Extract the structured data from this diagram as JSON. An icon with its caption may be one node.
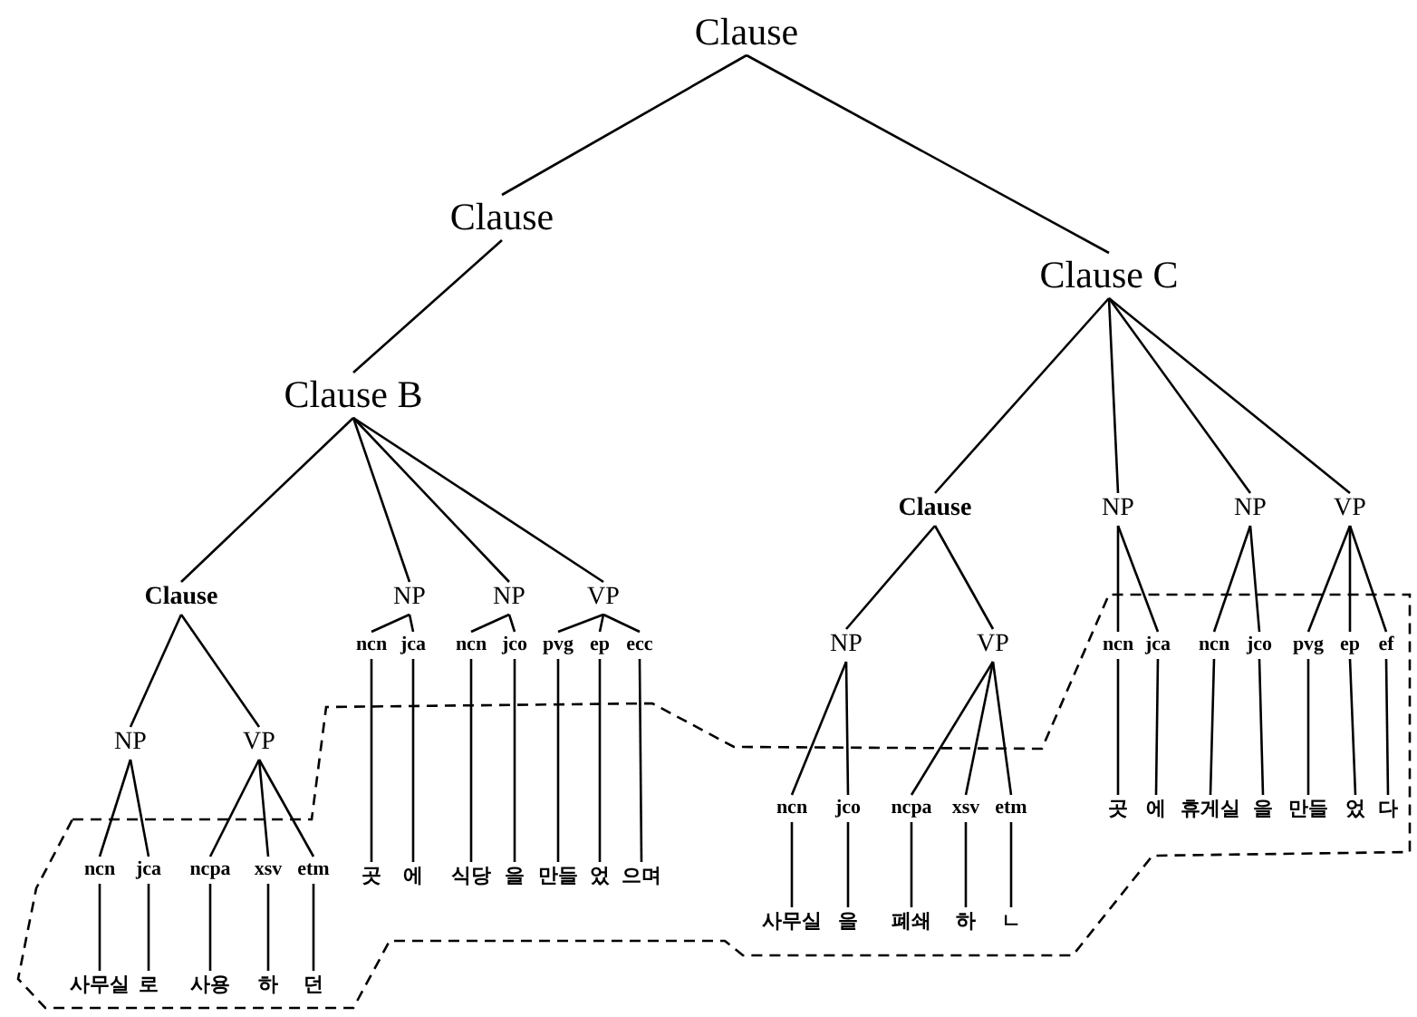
{
  "diagram": {
    "nodes": [
      {
        "text": [
          "Clause"
        ]
      },
      {
        "text": [
          "Clause"
        ]
      },
      {
        "text": [
          "Clause C"
        ]
      },
      {
        "text": [
          "Clause B"
        ]
      },
      {
        "text": [
          "Clause"
        ]
      },
      {
        "text": [
          "NP"
        ]
      },
      {
        "text": [
          "NP"
        ]
      },
      {
        "text": [
          "VP"
        ]
      },
      {
        "text": [
          "NP"
        ]
      },
      {
        "text": [
          "VP"
        ]
      },
      {
        "text": [
          "ncn"
        ]
      },
      {
        "text": [
          "jca"
        ]
      },
      {
        "text": [
          "ncpa"
        ]
      },
      {
        "text": [
          "xsv"
        ]
      },
      {
        "text": [
          "etm"
        ]
      },
      {
        "text": [
          "ncn"
        ]
      },
      {
        "text": [
          "jca"
        ]
      },
      {
        "text": [
          "ncn"
        ]
      },
      {
        "text": [
          "jco"
        ]
      },
      {
        "text": [
          "pvg"
        ]
      },
      {
        "text": [
          "ep"
        ]
      },
      {
        "text": [
          "ecc"
        ]
      },
      {
        "text": [
          "사무실"
        ]
      },
      {
        "text": [
          "로"
        ]
      },
      {
        "text": [
          "사용"
        ]
      },
      {
        "text": [
          "하"
        ]
      },
      {
        "text": [
          "던"
        ]
      },
      {
        "text": [
          "곳"
        ]
      },
      {
        "text": [
          "에"
        ]
      },
      {
        "text": [
          "식당"
        ]
      },
      {
        "text": [
          "을"
        ]
      },
      {
        "text": [
          "만들"
        ]
      },
      {
        "text": [
          "었"
        ]
      },
      {
        "text": [
          "으며"
        ]
      },
      {
        "text": [
          "Clause"
        ]
      },
      {
        "text": [
          "NP"
        ]
      },
      {
        "text": [
          "NP"
        ]
      },
      {
        "text": [
          "VP"
        ]
      },
      {
        "text": [
          "NP"
        ]
      },
      {
        "text": [
          "VP"
        ]
      },
      {
        "text": [
          "ncn"
        ]
      },
      {
        "text": [
          "jco"
        ]
      },
      {
        "text": [
          "ncpa"
        ]
      },
      {
        "text": [
          "xsv"
        ]
      },
      {
        "text": [
          "etm"
        ]
      },
      {
        "text": [
          "ncn"
        ]
      },
      {
        "text": [
          "jca"
        ]
      },
      {
        "text": [
          "ncn"
        ]
      },
      {
        "text": [
          "jco"
        ]
      },
      {
        "text": [
          "pvg"
        ]
      },
      {
        "text": [
          "ep"
        ]
      },
      {
        "text": [
          "ef"
        ]
      },
      {
        "text": [
          "사무실"
        ]
      },
      {
        "text": [
          "을"
        ]
      },
      {
        "text": [
          "폐쇄"
        ]
      },
      {
        "text": [
          "하"
        ]
      },
      {
        "text": [
          "ㄴ"
        ]
      },
      {
        "text": [
          "곳"
        ]
      },
      {
        "text": [
          "에"
        ]
      },
      {
        "text": [
          "휴게실"
        ]
      },
      {
        "text": [
          "을"
        ]
      },
      {
        "text": [
          "만들"
        ]
      },
      {
        "text": [
          "었"
        ]
      },
      {
        "text": [
          "다"
        ]
      }
    ],
    "edges": [
      {
        "from": 0,
        "to": 1,
        "arrow": "none"
      },
      {
        "from": 0,
        "to": 2,
        "arrow": "none"
      },
      {
        "from": 1,
        "to": 3,
        "arrow": "none"
      },
      {
        "from": 3,
        "to": 4,
        "arrow": "none"
      },
      {
        "from": 3,
        "to": 5,
        "arrow": "none"
      },
      {
        "from": 3,
        "to": 6,
        "arrow": "none"
      },
      {
        "from": 3,
        "to": 7,
        "arrow": "none"
      },
      {
        "from": 4,
        "to": 8,
        "arrow": "none"
      },
      {
        "from": 4,
        "to": 9,
        "arrow": "none"
      },
      {
        "from": 8,
        "to": 10,
        "arrow": "none"
      },
      {
        "from": 8,
        "to": 11,
        "arrow": "none"
      },
      {
        "from": 9,
        "to": 12,
        "arrow": "none"
      },
      {
        "from": 9,
        "to": 13,
        "arrow": "none"
      },
      {
        "from": 9,
        "to": 14,
        "arrow": "none"
      },
      {
        "from": 10,
        "to": 22,
        "arrow": "none"
      },
      {
        "from": 11,
        "to": 23,
        "arrow": "none"
      },
      {
        "from": 12,
        "to": 24,
        "arrow": "none"
      },
      {
        "from": 13,
        "to": 25,
        "arrow": "none"
      },
      {
        "from": 14,
        "to": 26,
        "arrow": "none"
      },
      {
        "from": 5,
        "to": 15,
        "arrow": "none"
      },
      {
        "from": 5,
        "to": 16,
        "arrow": "none"
      },
      {
        "from": 6,
        "to": 17,
        "arrow": "none"
      },
      {
        "from": 6,
        "to": 18,
        "arrow": "none"
      },
      {
        "from": 7,
        "to": 19,
        "arrow": "none"
      },
      {
        "from": 7,
        "to": 20,
        "arrow": "none"
      },
      {
        "from": 7,
        "to": 21,
        "arrow": "none"
      },
      {
        "from": 15,
        "to": 27,
        "arrow": "none"
      },
      {
        "from": 16,
        "to": 28,
        "arrow": "none"
      },
      {
        "from": 17,
        "to": 29,
        "arrow": "none"
      },
      {
        "from": 18,
        "to": 30,
        "arrow": "none"
      },
      {
        "from": 19,
        "to": 31,
        "arrow": "none"
      },
      {
        "from": 20,
        "to": 32,
        "arrow": "none"
      },
      {
        "from": 21,
        "to": 33,
        "arrow": "none"
      },
      {
        "from": 2,
        "to": 34,
        "arrow": "none"
      },
      {
        "from": 2,
        "to": 35,
        "arrow": "none"
      },
      {
        "from": 2,
        "to": 36,
        "arrow": "none"
      },
      {
        "from": 2,
        "to": 37,
        "arrow": "none"
      },
      {
        "from": 34,
        "to": 38,
        "arrow": "none"
      },
      {
        "from": 34,
        "to": 39,
        "arrow": "none"
      },
      {
        "from": 38,
        "to": 40,
        "arrow": "none"
      },
      {
        "from": 38,
        "to": 41,
        "arrow": "none"
      },
      {
        "from": 39,
        "to": 42,
        "arrow": "none"
      },
      {
        "from": 39,
        "to": 43,
        "arrow": "none"
      },
      {
        "from": 39,
        "to": 44,
        "arrow": "none"
      },
      {
        "from": 40,
        "to": 52,
        "arrow": "none"
      },
      {
        "from": 41,
        "to": 53,
        "arrow": "none"
      },
      {
        "from": 42,
        "to": 54,
        "arrow": "none"
      },
      {
        "from": 43,
        "to": 55,
        "arrow": "none"
      },
      {
        "from": 44,
        "to": 56,
        "arrow": "none"
      },
      {
        "from": 35,
        "to": 45,
        "arrow": "none"
      },
      {
        "from": 35,
        "to": 46,
        "arrow": "none"
      },
      {
        "from": 36,
        "to": 47,
        "arrow": "none"
      },
      {
        "from": 36,
        "to": 48,
        "arrow": "none"
      },
      {
        "from": 37,
        "to": 49,
        "arrow": "none"
      },
      {
        "from": 37,
        "to": 50,
        "arrow": "none"
      },
      {
        "from": 37,
        "to": 51,
        "arrow": "none"
      },
      {
        "from": 45,
        "to": 57,
        "arrow": "none"
      },
      {
        "from": 46,
        "to": 58,
        "arrow": "none"
      },
      {
        "from": 47,
        "to": 59,
        "arrow": "none"
      },
      {
        "from": 48,
        "to": 60,
        "arrow": "none"
      },
      {
        "from": 49,
        "to": 61,
        "arrow": "none"
      },
      {
        "from": 50,
        "to": 62,
        "arrow": "none"
      },
      {
        "from": 51,
        "to": 63,
        "arrow": "none"
      }
    ]
  }
}
